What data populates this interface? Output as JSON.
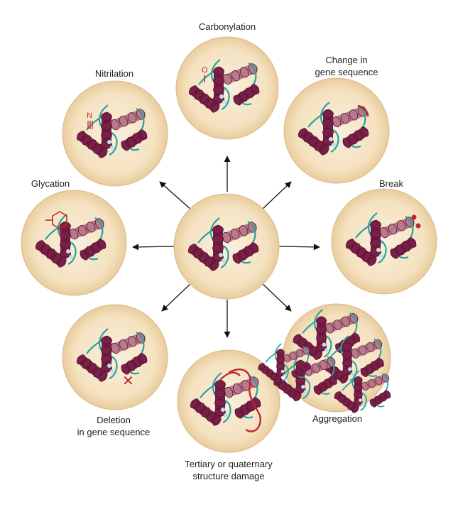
{
  "colors": {
    "disc_fill": "#f4e1bf",
    "disc_inner": "#f8ecd6",
    "disc_edge": "#d9b98a",
    "helix": "#7a1f47",
    "helix_light": "#b54b73",
    "helix_faded": "#b87a8a",
    "coil": "#26a39a",
    "damage": "#c0262e",
    "arrow": "#111111"
  },
  "labels": {
    "carbonylation": "Carbonylation",
    "nitrilation": "Nitrilation",
    "gene_change": "Change in\ngene sequence",
    "glycation": "Glycation",
    "break": "Break",
    "deletion": "Deletion\nin gene sequence",
    "aggregation": "Aggregation",
    "structure_damage": "Tertiary or quaternary\nstructure damage"
  },
  "marks": {
    "carbonyl_symbol": "O",
    "nitrile_symbol": "N",
    "deletion_symbol": "✕"
  }
}
